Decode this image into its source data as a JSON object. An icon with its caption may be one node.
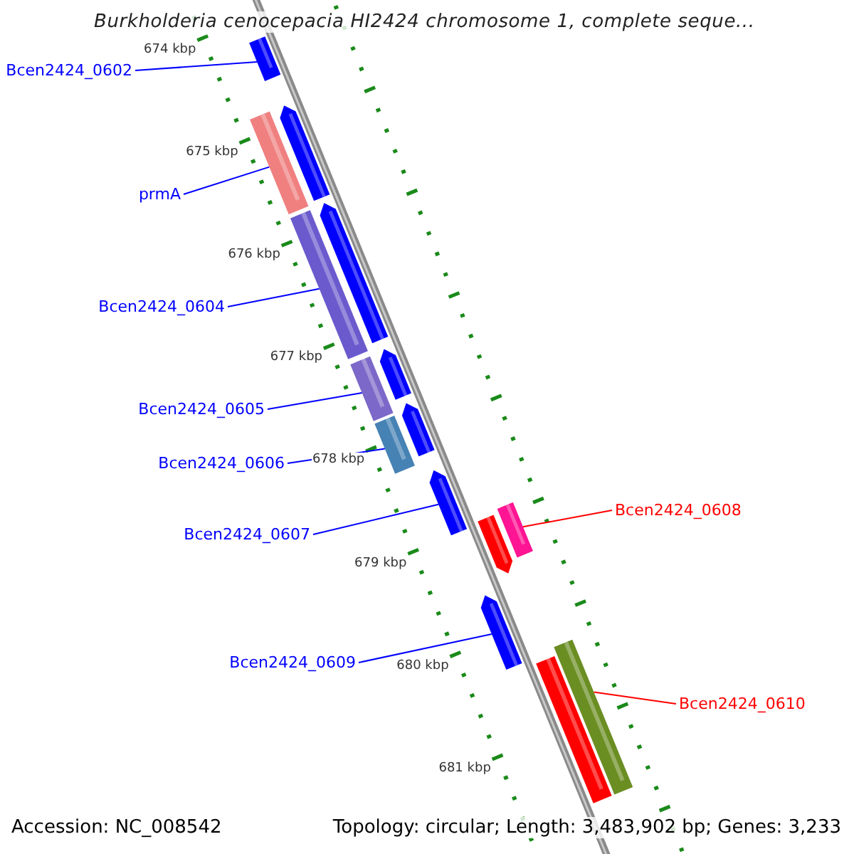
{
  "diagram": {
    "title": "Burkholderia cenocepacia HI2424 chromosome 1, complete seque...",
    "nodes": [
      {
        "text": [
          "Bcen2424_0602"
        ]
      },
      {
        "text": [
          "prmA"
        ]
      },
      {
        "text": [
          "Bcen2424_0604"
        ]
      },
      {
        "text": [
          "Bcen2424_0605"
        ]
      },
      {
        "text": [
          "Bcen2424_0606"
        ]
      },
      {
        "text": [
          "Bcen2424_0607"
        ]
      },
      {
        "text": [
          "Bcen2424_0608"
        ]
      },
      {
        "text": [
          "Bcen2424_0609"
        ]
      },
      {
        "text": [
          "Bcen2424_0610"
        ]
      },
      {
        "text": [],
        "shape": "bar"
      },
      {
        "text": [],
        "shape": "bar"
      },
      {
        "text": [],
        "shape": "bar"
      },
      {
        "text": [],
        "shape": "bar"
      },
      {
        "text": [],
        "shape": "bar"
      },
      {
        "text": [],
        "shape": "bar"
      },
      {
        "text": [],
        "shape": "bar"
      },
      {
        "text": [],
        "shape": "bar"
      },
      {
        "text": [],
        "shape": "bar"
      },
      {
        "text": [],
        "shape": "bar"
      },
      {
        "text": [],
        "shape": "bar"
      },
      {
        "text": [],
        "shape": "bar"
      },
      {
        "text": [],
        "shape": "bar"
      },
      {
        "text": [],
        "shape": "bar"
      },
      {
        "text": [],
        "shape": "bar"
      }
    ],
    "edges": [
      {
        "from": 0,
        "to": 9,
        "arrow": "none"
      },
      {
        "from": 1,
        "to": 11,
        "arrow": "none"
      },
      {
        "from": 2,
        "to": 13,
        "arrow": "none"
      },
      {
        "from": 3,
        "to": 15,
        "arrow": "none"
      },
      {
        "from": 4,
        "to": 17,
        "arrow": "none"
      },
      {
        "from": 5,
        "to": 18,
        "arrow": "none"
      },
      {
        "from": 6,
        "to": 19,
        "arrow": "none",
        "color": "#ff0000"
      },
      {
        "from": 7,
        "to": 21,
        "arrow": "none"
      },
      {
        "from": 8,
        "to": 22,
        "arrow": "none",
        "color": "#ff0000"
      }
    ],
    "labels": [
      "674 kbp",
      "675 kbp",
      "676 kbp",
      "677 kbp",
      "678 kbp",
      "679 kbp",
      "680 kbp",
      "681 kbp",
      "Accession: NC_008542",
      "Topology: circular; Length: 3,483,902 bp; Genes: 3,233"
    ]
  }
}
